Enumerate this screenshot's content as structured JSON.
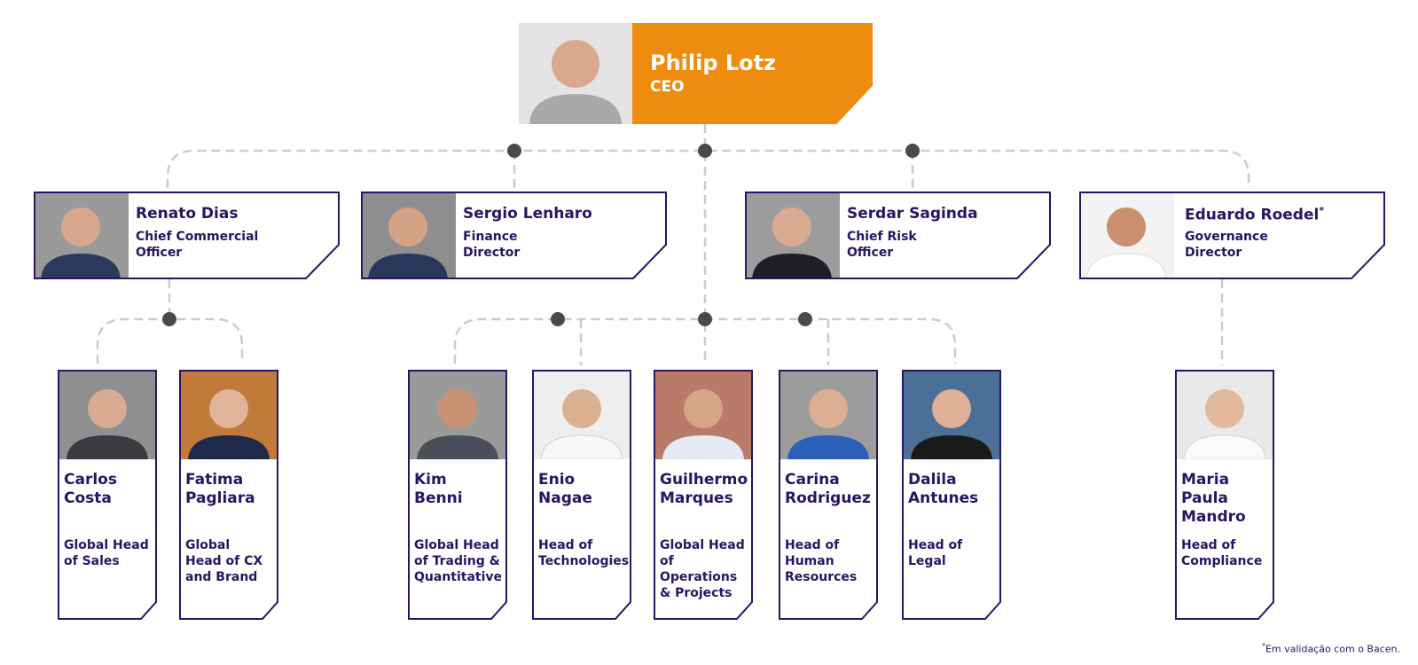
{
  "ceo": {
    "name": "Philip Lotz",
    "role": "CEO"
  },
  "directors": [
    {
      "name": "Renato Dias",
      "role": "Chief Commercial Officer",
      "note": ""
    },
    {
      "name": "Sergio Lenharo",
      "role": "Finance Director",
      "note": ""
    },
    {
      "name": "Serdar Saginda",
      "role": "Chief Risk Officer",
      "note": ""
    },
    {
      "name": "Eduardo Roedel",
      "role": "Governance Director",
      "note": "*"
    }
  ],
  "reports": [
    {
      "name": "Carlos Costa",
      "role": "Global Head of Sales"
    },
    {
      "name": "Fatima Pagliara",
      "role": "Global Head of CX and Brand"
    },
    {
      "name": "Kim Benni",
      "role": "Global Head of Trading & Quantitative"
    },
    {
      "name": "Enio Nagae",
      "role": "Head of Technologies"
    },
    {
      "name": "Guilhermo Marques",
      "role": "Global Head of Operations & Projects"
    },
    {
      "name": "Carina Rodriguez",
      "role": "Head of Human Resources"
    },
    {
      "name": "Dalila Antunes",
      "role": "Head of Legal"
    },
    {
      "name": "Maria Paula Mandro",
      "role": "Head of Compliance"
    }
  ],
  "footnote": {
    "mark": "*",
    "text": "Em validação com o Bacen."
  },
  "colors": {
    "accent": "#ee8c0e",
    "text": "#2a1463",
    "border": "#2a1463",
    "connector": "#cccccc",
    "node": "#4a4a4a"
  }
}
